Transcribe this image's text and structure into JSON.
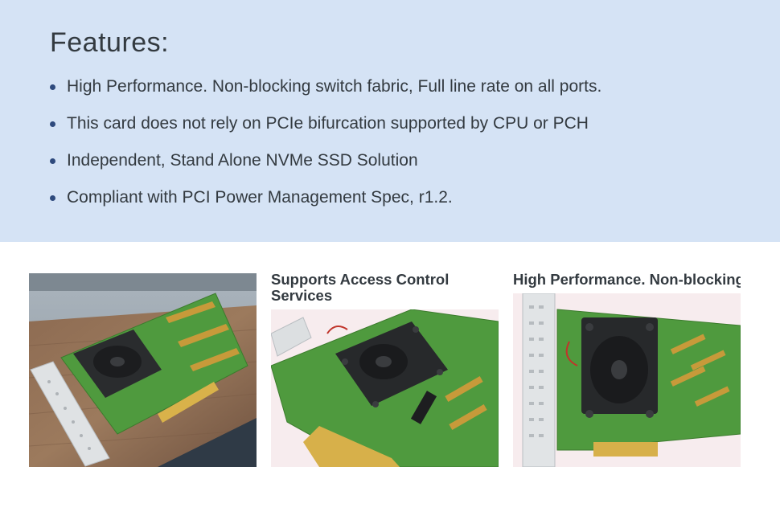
{
  "features": {
    "title": "Features:",
    "items": [
      "High Performance. Non-blocking switch fabric, Full line rate on all ports.",
      "This card does not rely on PCIe bifurcation supported by CPU or PCH",
      "Independent, Stand Alone NVMe SSD Solution",
      "Compliant with PCI Power Management Spec, r1.2."
    ]
  },
  "gallery": {
    "captions": [
      "",
      "Supports Access Control Services",
      "High Performance.  Non-blocking"
    ]
  },
  "colors": {
    "banner_bg": "#d5e3f5",
    "bullet": "#2e4a7d",
    "text": "#333a40",
    "pcb_green": "#4f9a3e"
  }
}
